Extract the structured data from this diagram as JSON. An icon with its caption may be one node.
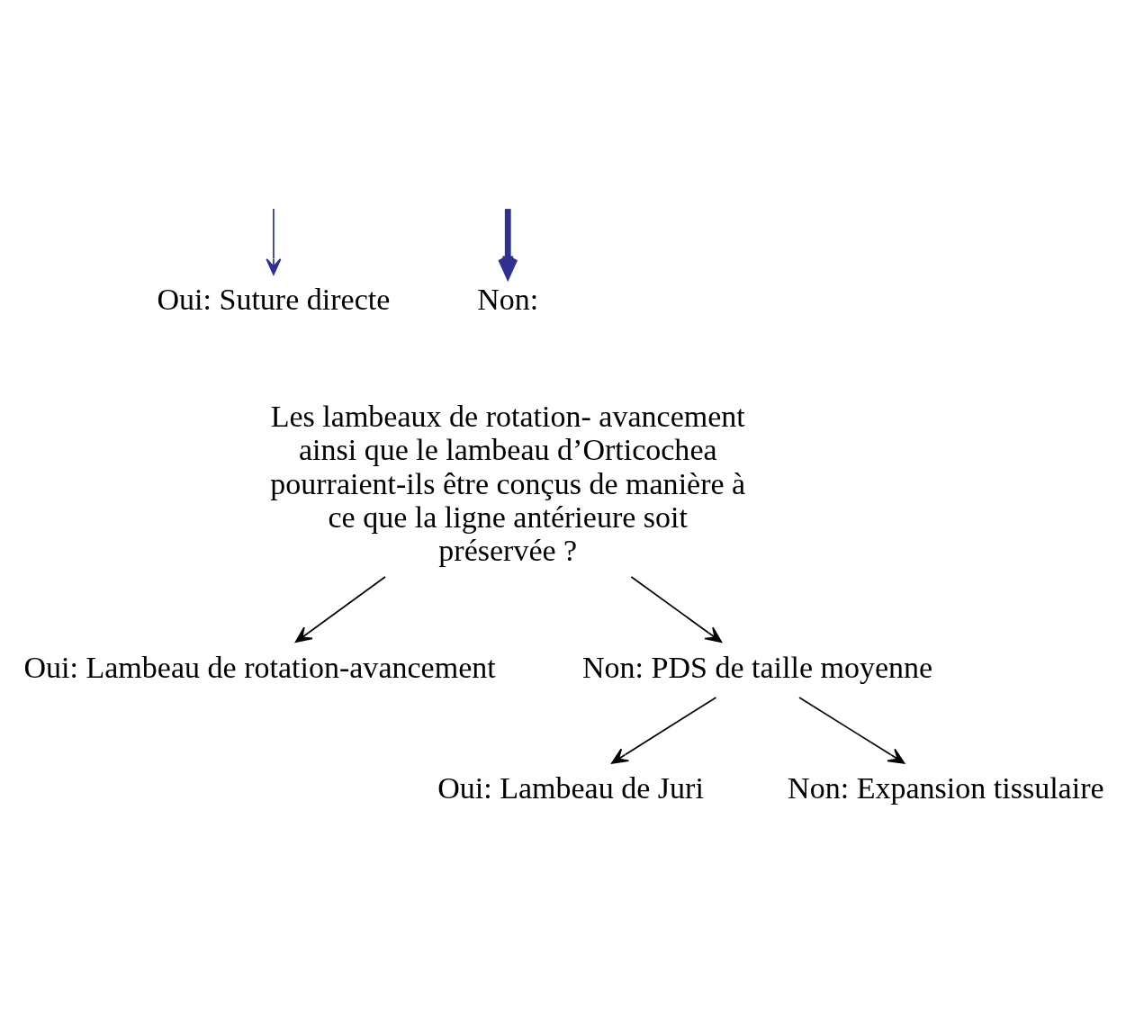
{
  "diagram": {
    "nodes": [
      {
        "text": [
          "Oui: Suture directe"
        ]
      },
      {
        "text": [
          "Non:"
        ]
      },
      {
        "text": [
          "Les lambeaux de rotation- avancement ainsi que le lambeau d’Orticochea pourraient-ils être conçus de manière à ce que la ligne antérieure soit préservée ?"
        ]
      },
      {
        "text": [
          "Oui: Lambeau de rotation-avancement"
        ]
      },
      {
        "text": [
          "Non: PDS de taille moyenne"
        ]
      },
      {
        "text": [
          "Oui: Lambeau de Juri"
        ]
      },
      {
        "text": [
          "Non: Expansion tissulaire"
        ]
      }
    ],
    "edges": [
      {
        "from": null,
        "to": 0,
        "arrow": "to",
        "color": "#2e3192"
      },
      {
        "from": null,
        "to": 1,
        "arrow": "to",
        "style": "thick",
        "color": "#2e3192"
      },
      {
        "from": 2,
        "to": 3,
        "arrow": "to"
      },
      {
        "from": 2,
        "to": 4,
        "arrow": "to"
      },
      {
        "from": 4,
        "to": 5,
        "arrow": "to"
      },
      {
        "from": 4,
        "to": 6,
        "arrow": "to"
      }
    ]
  }
}
